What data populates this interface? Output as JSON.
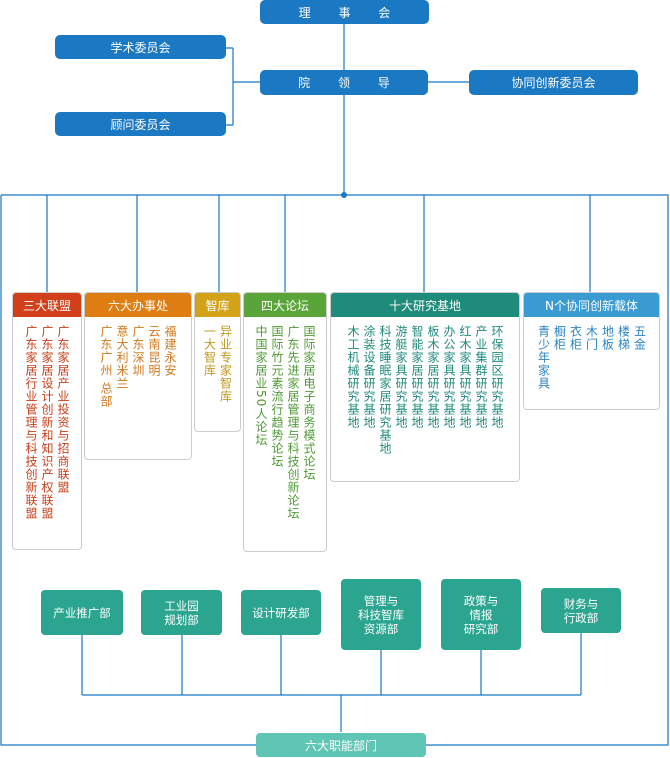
{
  "top": {
    "board": "理 事 会",
    "academic": "学术委员会",
    "leadership": "院 领 导",
    "innovation_committee": "协同创新委员会",
    "advisory": "顾问委员会"
  },
  "categories": [
    {
      "title": "三大联盟",
      "color": "#d1401a",
      "text_color": "#c73f1a",
      "items": [
        "广东家居产业投资与招商联盟",
        "广东家居设计创新和知识产权联盟",
        "广东家居行业管理与科技创新联盟"
      ]
    },
    {
      "title": "六大办事处",
      "color": "#de7d12",
      "text_color": "#d2791d",
      "items": [
        "福建永安",
        "云南昆明",
        "广东深圳",
        "意大利米兰",
        "广东广州 总部"
      ]
    },
    {
      "title": "智库",
      "color": "#d2a218",
      "text_color": "#c4981a",
      "items": [
        "异业专家智库",
        "一大智库"
      ]
    },
    {
      "title": "四大论坛",
      "color": "#5aa53a",
      "text_color": "#4f9a35",
      "items": [
        "国际家居电子商务模式论坛",
        "广东先进家居管理与科技创新论坛",
        "国际竹元素流行趋势论坛",
        "中国家居业50人论坛"
      ]
    },
    {
      "title": "十大研究基地",
      "color": "#1f8b7a",
      "text_color": "#1f8b7a",
      "items": [
        "环保园区研究基地",
        "产业集群研究基地",
        "红木家具研究基地",
        "办公家具研究基地",
        "板木家居研究基地",
        "智能家居研究基地",
        "游艇家具研究基地",
        "科技睡眠家居研究基地",
        "涂装设备研究基地",
        "木工机械研究基地"
      ]
    },
    {
      "title": "N个协同创新载体",
      "color": "#3a9ad2",
      "text_color": "#2d86c4",
      "items": [
        "五金",
        "楼梯",
        "地板",
        "木门",
        "衣柜",
        "橱柜",
        "青少年家具"
      ]
    }
  ],
  "departments": [
    "产业推广部",
    "工业园\n规划部",
    "设计研发部",
    "管理与\n科技智库\n资源部",
    "政策与\n情报\n研究部",
    "财务与\n行政部"
  ],
  "footer": "六大职能部门"
}
